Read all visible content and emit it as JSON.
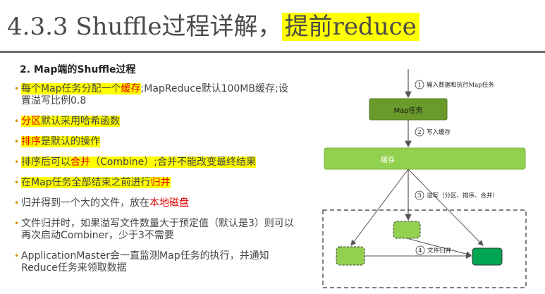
{
  "title": {
    "main": "4.3.3 Shuffle过程详解，",
    "highlight": "提前reduce"
  },
  "section": {
    "heading": "2. Map端的Shuffle过程"
  },
  "bullets": {
    "b1": {
      "p1": "每个Map任务分配一个",
      "p2": "缓存",
      "p3": ";MapReduce默认100MB缓存;设置溢写比例0.8"
    },
    "b2": {
      "p1": "分区",
      "p2": "默认采用哈希函数"
    },
    "b3": {
      "p1": "排序",
      "p2": "是默认的操作"
    },
    "b4": {
      "p1": "排序后可以",
      "p2": "合并",
      "p3": "（Combine）;合并不能改变最终结果"
    },
    "b5": {
      "p1": "在Map任务全部结束之前进行",
      "p2": "归并"
    },
    "b6": {
      "p1": "归并得到一个大的文件，放在",
      "p2": "本地磁盘"
    },
    "b7": {
      "p1": "文件归并时，如果溢写文件数量大于预定值（默认是3）则可以再次启动Combiner，少于3不需要"
    },
    "b8": {
      "p1": "ApplicationMaster会一直监测Map任务的执行，并通知Reduce任务来领取数据"
    }
  },
  "diagram": {
    "step1": {
      "num": "1",
      "text": "输入数据和执行Map任务"
    },
    "map_task": "Map任务",
    "step2": {
      "num": "2",
      "text": "写入缓存"
    },
    "buffer": "缓存",
    "step3": {
      "num": "3",
      "text": "溢写（分区、排序、合并）"
    },
    "step4": {
      "num": "4",
      "text": "文件归并"
    },
    "colors": {
      "dark_green": "#6a9a2a",
      "light_green": "#92d050",
      "merged_green": "#00a651"
    }
  }
}
